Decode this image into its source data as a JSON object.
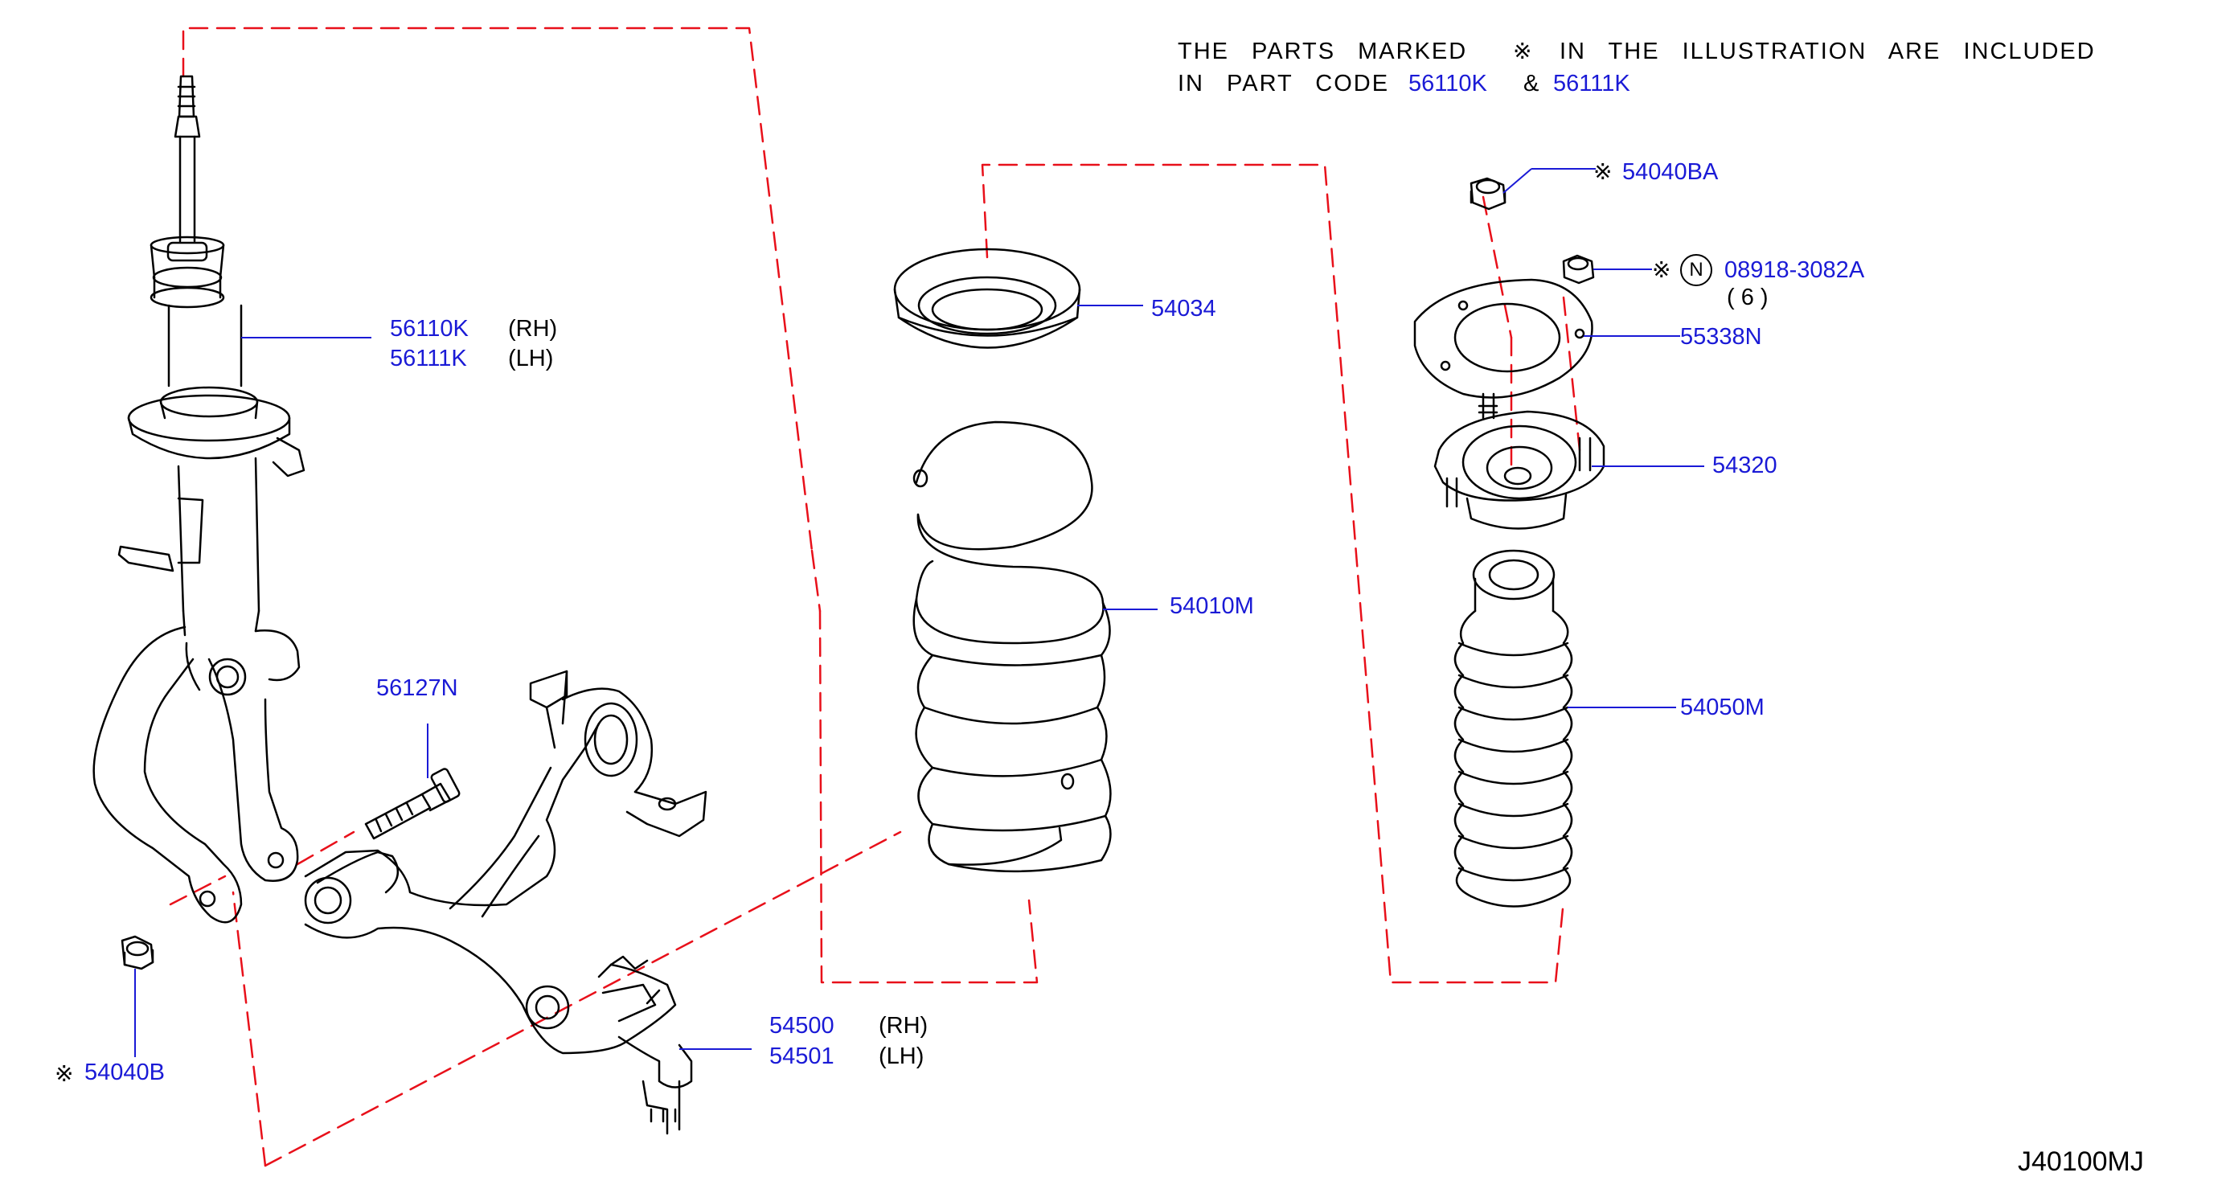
{
  "note": {
    "line1": "THE PARTS MARKED",
    "mark": "※",
    "line1b": "IN THE ILLUSTRATION ARE INCLUDED",
    "line2": "IN PART CODE",
    "code_a": "56110K",
    "amp": "&",
    "code_b": "56111K"
  },
  "symbols": {
    "ref_mark": "※",
    "circled_n": "N"
  },
  "parts": {
    "strut_rh": "56110K",
    "strut_rh_side": "(RH)",
    "strut_lh": "56111K",
    "strut_lh_side": "(LH)",
    "bolt": "56127N",
    "nut_bottom": "54040B",
    "arm_rh": "54500",
    "arm_rh_side": "(RH)",
    "arm_lh": "54501",
    "arm_lh_side": "(LH)",
    "seat": "54034",
    "spring": "54010M",
    "nut_top": "54040BA",
    "nut_small": "08918-3082A",
    "nut_small_qty": "( 6 )",
    "plate": "55338N",
    "mount": "54320",
    "boot": "54050M"
  },
  "diagram_code": "J40100MJ",
  "colors": {
    "callout": "#1a1ad6",
    "dash": "#e8101a",
    "outline": "#000000"
  }
}
